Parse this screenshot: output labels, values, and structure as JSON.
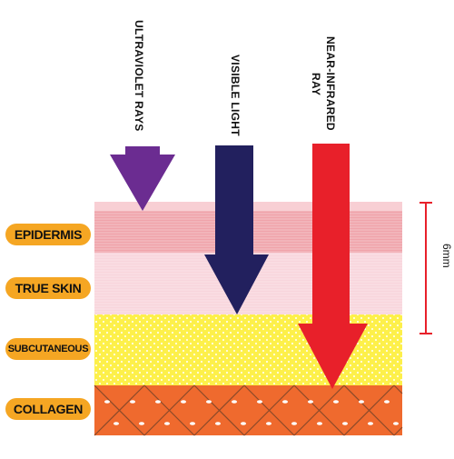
{
  "rays": [
    {
      "label": "ULTRAVIOLET RAYS",
      "color": "#6b2c91"
    },
    {
      "label": "VISIBLE LIGHT",
      "color": "#22205e"
    },
    {
      "label": "NEAR-INFRARED",
      "label2": "RAY",
      "color": "#e8202a"
    }
  ],
  "layers": [
    {
      "label": "EPIDERMIS",
      "color": "#f0a3aa"
    },
    {
      "label": "TRUE SKIN",
      "color": "#f8d5dc"
    },
    {
      "label": "SUBCUTANEOUS",
      "color": "#fdf04a"
    },
    {
      "label": "COLLAGEN",
      "color": "#ef6a2e"
    }
  ],
  "scale": {
    "label": "6mm",
    "color": "#e8202a"
  },
  "colors": {
    "pill": "#f5a623"
  }
}
